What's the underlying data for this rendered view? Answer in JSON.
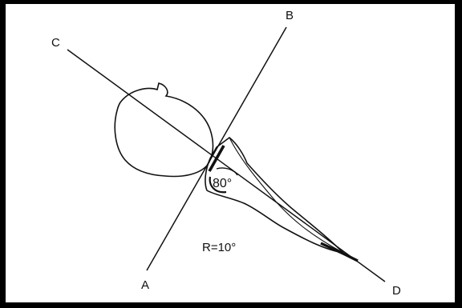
{
  "colors": {
    "background": "#000000",
    "paper": "#ffffff",
    "ink": "#111111"
  },
  "labels": {
    "line_a": "A",
    "line_b": "B",
    "line_c": "C",
    "line_d": "D",
    "angle": "80°",
    "rotation": "R=10°"
  }
}
